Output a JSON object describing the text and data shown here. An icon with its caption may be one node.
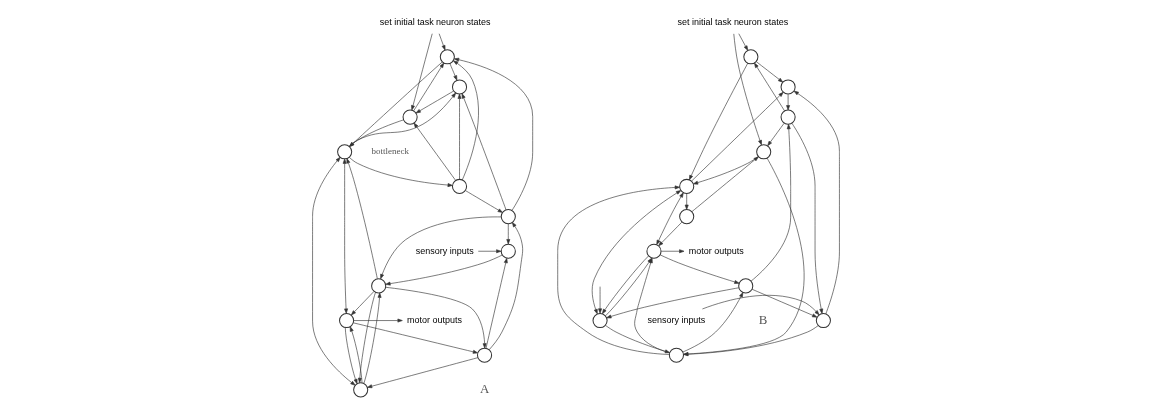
{
  "diagram": {
    "nodes": [
      {
        "text": [
          "set initial task neuron states"
        ]
      },
      {
        "text": [],
        "shape": "circle"
      },
      {
        "text": [],
        "shape": "circle"
      },
      {
        "text": [],
        "shape": "circle"
      },
      {
        "text": [],
        "shape": "circle"
      },
      {
        "text": [],
        "shape": "circle"
      },
      {
        "text": [],
        "shape": "circle"
      },
      {
        "text": [],
        "shape": "circle"
      },
      {
        "text": [],
        "shape": "circle"
      },
      {
        "text": [],
        "shape": "circle"
      },
      {
        "text": [],
        "shape": "circle"
      },
      {
        "text": [],
        "shape": "circle"
      },
      {
        "text": [
          "sensory inputs"
        ]
      },
      {
        "text": [
          "motor outputs"
        ]
      },
      {
        "text": [
          "set initial task neuron states"
        ]
      },
      {
        "text": [],
        "shape": "circle"
      },
      {
        "text": [],
        "shape": "circle"
      },
      {
        "text": [],
        "shape": "circle"
      },
      {
        "text": [],
        "shape": "circle"
      },
      {
        "text": [],
        "shape": "circle"
      },
      {
        "text": [],
        "shape": "circle"
      },
      {
        "text": [],
        "shape": "circle"
      },
      {
        "text": [],
        "shape": "circle"
      },
      {
        "text": [],
        "shape": "circle"
      },
      {
        "text": [],
        "shape": "circle"
      },
      {
        "text": [],
        "shape": "circle"
      },
      {
        "text": [
          "sensory inputs"
        ]
      },
      {
        "text": [
          "motor outputs"
        ]
      }
    ],
    "edges": [
      {
        "from": 0,
        "to": 1,
        "arrow": "to"
      },
      {
        "from": 0,
        "to": 2,
        "arrow": "to"
      },
      {
        "from": 2,
        "to": 1,
        "arrow": "to"
      },
      {
        "from": 3,
        "to": 1,
        "arrow": "to"
      },
      {
        "from": 1,
        "to": 4,
        "arrow": "to"
      },
      {
        "from": 1,
        "to": 6,
        "arrow": "to"
      },
      {
        "from": 3,
        "to": 2,
        "arrow": "to"
      },
      {
        "from": 3,
        "to": 4,
        "arrow": "to"
      },
      {
        "from": 4,
        "to": 2,
        "arrow": "to"
      },
      {
        "from": 5,
        "to": 1,
        "arrow": "to"
      },
      {
        "from": 5,
        "to": 4,
        "arrow": "to"
      },
      {
        "from": 6,
        "to": 3,
        "arrow": "to"
      },
      {
        "from": 3,
        "to": 5,
        "arrow": "to"
      },
      {
        "from": 2,
        "to": 6,
        "arrow": "to"
      },
      {
        "from": 6,
        "to": 4,
        "arrow": "to"
      },
      {
        "from": 5,
        "to": 7,
        "arrow": "to"
      },
      {
        "from": 5,
        "to": 8,
        "arrow": "to"
      },
      {
        "from": 10,
        "to": 5,
        "arrow": "to"
      },
      {
        "from": 8,
        "to": 6,
        "arrow": "to"
      },
      {
        "from": 6,
        "to": 9,
        "arrow": "both"
      },
      {
        "from": 11,
        "to": 6,
        "arrow": "both"
      },
      {
        "from": 7,
        "to": 8,
        "arrow": "to"
      },
      {
        "from": 8,
        "to": 9,
        "arrow": "to"
      },
      {
        "from": 8,
        "to": 11,
        "arrow": "to"
      },
      {
        "from": 8,
        "to": 10,
        "arrow": "to"
      },
      {
        "from": 9,
        "to": 10,
        "arrow": "to"
      },
      {
        "from": 10,
        "to": 7,
        "arrow": "to"
      },
      {
        "from": 10,
        "to": 11,
        "arrow": "to"
      },
      {
        "from": 11,
        "to": 8,
        "arrow": "to"
      },
      {
        "from": 11,
        "to": 9,
        "arrow": "to"
      },
      {
        "from": 9,
        "to": 11,
        "arrow": "to"
      },
      {
        "from": 12,
        "to": 7,
        "arrow": "to"
      },
      {
        "from": 9,
        "to": 13,
        "arrow": "to"
      },
      {
        "from": 14,
        "to": 15,
        "arrow": "to"
      },
      {
        "from": 14,
        "to": 16,
        "arrow": "to"
      },
      {
        "from": 15,
        "to": 18,
        "arrow": "to"
      },
      {
        "from": 15,
        "to": 20,
        "arrow": "to"
      },
      {
        "from": 19,
        "to": 15,
        "arrow": "to"
      },
      {
        "from": 18,
        "to": 19,
        "arrow": "to"
      },
      {
        "from": 20,
        "to": 18,
        "arrow": "to"
      },
      {
        "from": 19,
        "to": 16,
        "arrow": "to"
      },
      {
        "from": 16,
        "to": 20,
        "arrow": "to"
      },
      {
        "from": 20,
        "to": 17,
        "arrow": "to"
      },
      {
        "from": 17,
        "to": 16,
        "arrow": "to"
      },
      {
        "from": 17,
        "to": 23,
        "arrow": "to"
      },
      {
        "from": 16,
        "to": 22,
        "arrow": "to"
      },
      {
        "from": 21,
        "to": 18,
        "arrow": "to"
      },
      {
        "from": 19,
        "to": 21,
        "arrow": "to"
      },
      {
        "from": 22,
        "to": 20,
        "arrow": "to"
      },
      {
        "from": 24,
        "to": 19,
        "arrow": "to"
      },
      {
        "from": 20,
        "to": 23,
        "arrow": "both"
      },
      {
        "from": 25,
        "to": 20,
        "arrow": "both"
      },
      {
        "from": 21,
        "to": 22,
        "arrow": "to"
      },
      {
        "from": 22,
        "to": 23,
        "arrow": "to"
      },
      {
        "from": 24,
        "to": 21,
        "arrow": "to"
      },
      {
        "from": 23,
        "to": 24,
        "arrow": "to"
      },
      {
        "from": 24,
        "to": 25,
        "arrow": "to"
      },
      {
        "from": 25,
        "to": 22,
        "arrow": "to"
      },
      {
        "from": 25,
        "to": 23,
        "arrow": "to"
      },
      {
        "from": 23,
        "to": 25,
        "arrow": "to"
      },
      {
        "from": 22,
        "to": 24,
        "arrow": "to"
      },
      {
        "from": null,
        "to": 25,
        "arrow": "to"
      },
      {
        "from": 26,
        "to": 21,
        "arrow": "to"
      },
      {
        "from": 23,
        "to": 27,
        "arrow": "to"
      }
    ],
    "labels": [
      "bottleneck",
      "A",
      "B"
    ]
  }
}
